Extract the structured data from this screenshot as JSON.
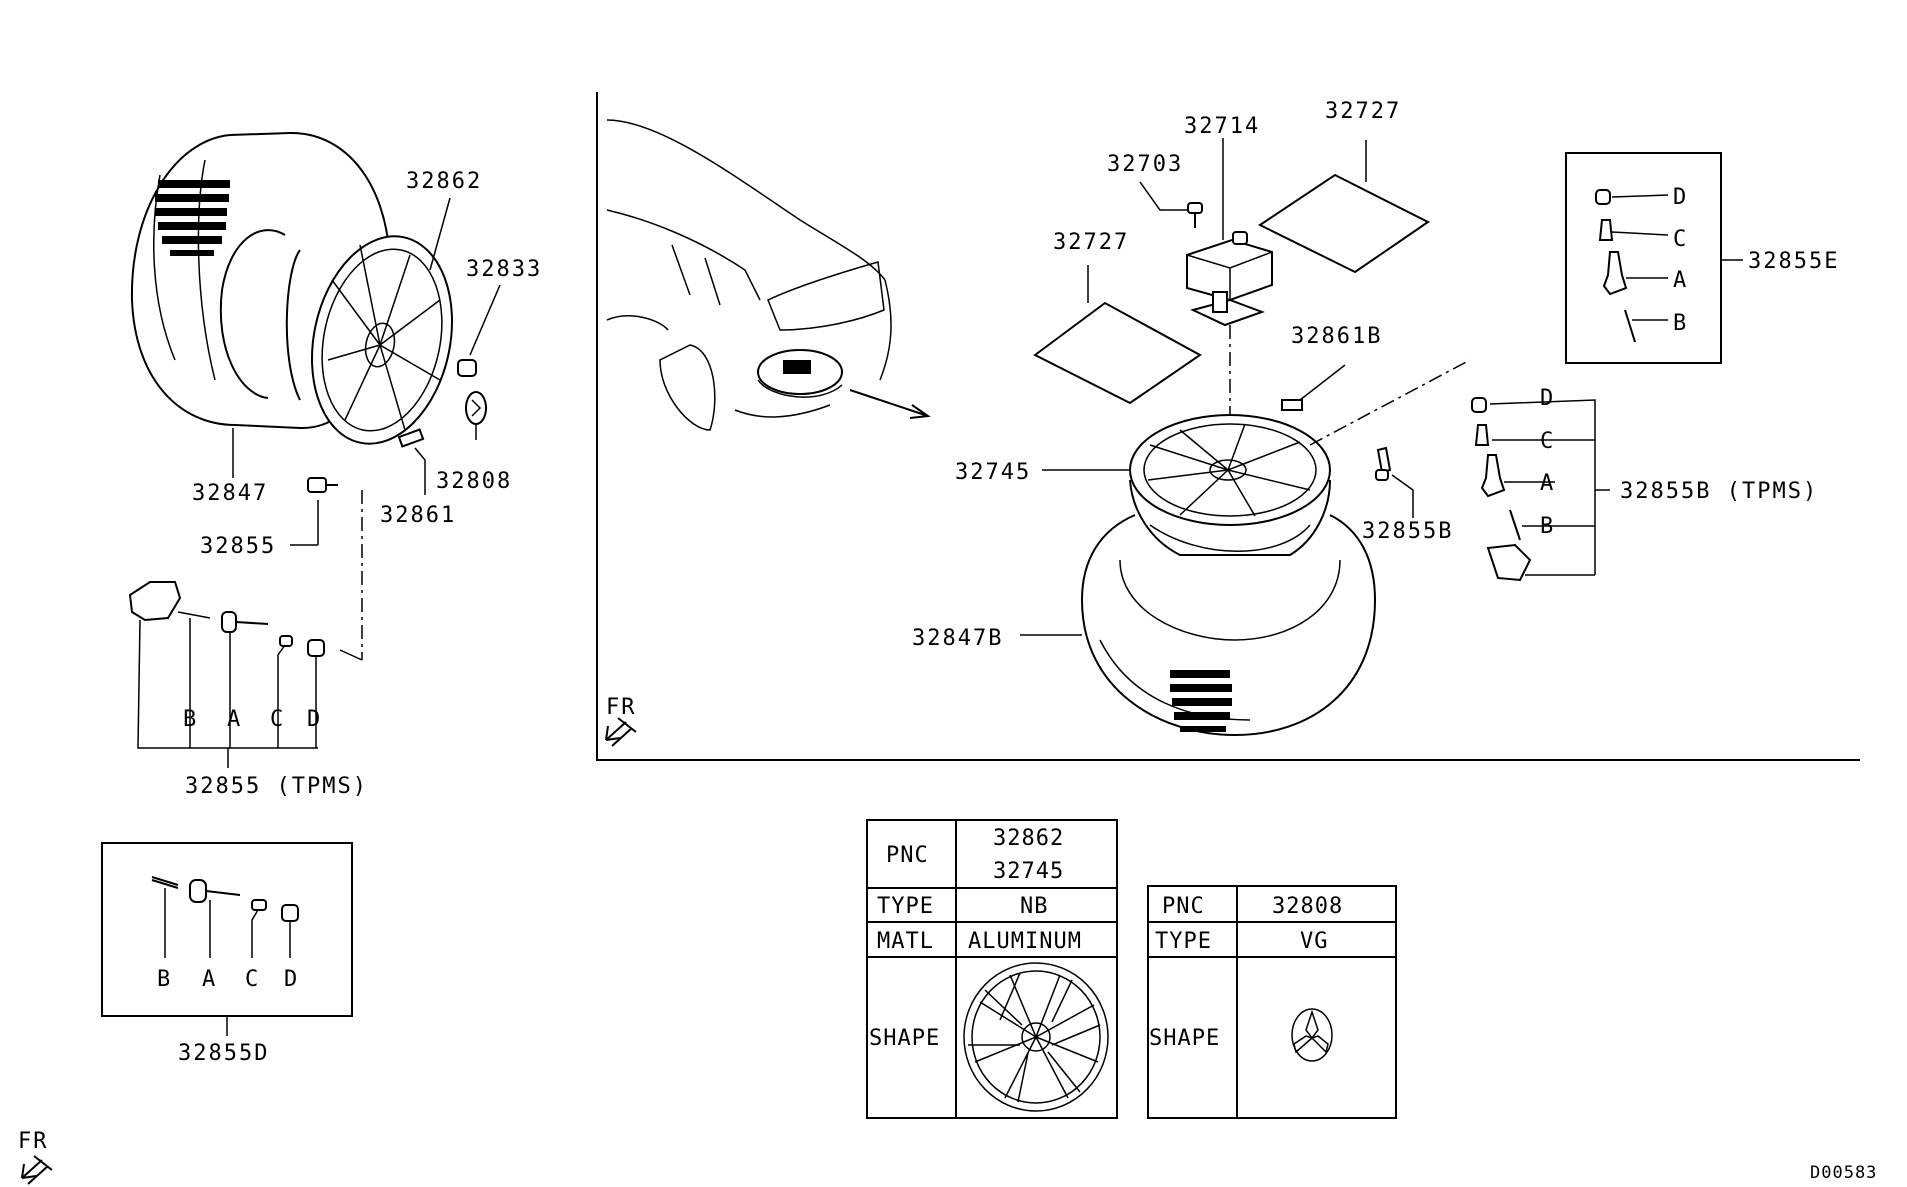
{
  "diagram_code": "D00583",
  "front_marker": "FR",
  "left_assembly": {
    "tire": "32847",
    "wheel": "32862",
    "nut": "32833",
    "ornament": "32808",
    "weight": "32861",
    "valve": "32855",
    "tpms_group": "32855 (TPMS)",
    "tpms_parts": [
      "B",
      "A",
      "C",
      "D"
    ]
  },
  "kit_box": {
    "title": "32855D",
    "parts": [
      "B",
      "A",
      "C",
      "D"
    ]
  },
  "spare_panel": {
    "compressor_bolt": "32703",
    "compressor": "32714",
    "sheet_left": "32727",
    "sheet_right": "32727",
    "weight": "32861B",
    "wheel": "32745",
    "tire": "32847B",
    "valve": "32855B",
    "tpms_group": "32855B (TPMS)",
    "tpms_parts": [
      "D",
      "C",
      "A",
      "B"
    ],
    "front_marker": "FR"
  },
  "valve_box": {
    "title": "32855E",
    "parts": [
      "D",
      "C",
      "A",
      "B"
    ]
  },
  "wheel_table": {
    "pnc_label": "PNC",
    "pnc_values": [
      "32862",
      "32745"
    ],
    "type_label": "TYPE",
    "type_value": "NB",
    "matl_label": "MATL",
    "matl_value": "ALUMINUM",
    "shape_label": "SHAPE"
  },
  "ornament_table": {
    "pnc_label": "PNC",
    "pnc_value": "32808",
    "type_label": "TYPE",
    "type_value": "VG",
    "shape_label": "SHAPE"
  }
}
